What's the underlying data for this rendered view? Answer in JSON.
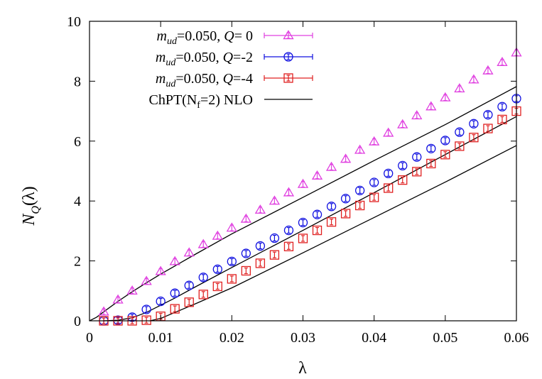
{
  "chart_data": {
    "type": "scatter",
    "title": "",
    "xlabel": "λ",
    "ylabel": "N_Q(λ)",
    "xlim": [
      0,
      0.06
    ],
    "ylim": [
      0,
      10
    ],
    "x_ticks": [
      "0",
      "0.01",
      "0.02",
      "0.03",
      "0.04",
      "0.05",
      "0.06"
    ],
    "y_ticks": [
      "0",
      "2",
      "4",
      "6",
      "8",
      "10"
    ],
    "grid": false,
    "legend_position": "top-left",
    "series": [
      {
        "name": "m_ud=0.050, Q= 0",
        "legend": {
          "m": "m",
          "sub": "ud",
          "mid": "=0.050, ",
          "q": "Q",
          "rest": "= 0"
        },
        "marker": "triangle",
        "color": "#e040e0",
        "x": [
          0.002,
          0.004,
          0.006,
          0.008,
          0.01,
          0.012,
          0.014,
          0.016,
          0.018,
          0.02,
          0.022,
          0.024,
          0.026,
          0.028,
          0.03,
          0.032,
          0.034,
          0.036,
          0.038,
          0.04,
          0.042,
          0.044,
          0.046,
          0.048,
          0.05,
          0.052,
          0.054,
          0.056,
          0.058,
          0.06
        ],
        "y": [
          0.3,
          0.7,
          1.0,
          1.32,
          1.65,
          1.98,
          2.27,
          2.55,
          2.83,
          3.1,
          3.4,
          3.7,
          4.0,
          4.28,
          4.56,
          4.84,
          5.13,
          5.4,
          5.7,
          5.98,
          6.27,
          6.55,
          6.85,
          7.15,
          7.45,
          7.75,
          8.05,
          8.35,
          8.63,
          8.95
        ]
      },
      {
        "name": "m_ud=0.050, Q=-2",
        "legend": {
          "m": "m",
          "sub": "ud",
          "mid": "=0.050, ",
          "q": "Q",
          "rest": "=-2"
        },
        "marker": "circle",
        "color": "#1010e0",
        "x": [
          0.002,
          0.004,
          0.006,
          0.008,
          0.01,
          0.012,
          0.014,
          0.016,
          0.018,
          0.02,
          0.022,
          0.024,
          0.026,
          0.028,
          0.03,
          0.032,
          0.034,
          0.036,
          0.038,
          0.04,
          0.042,
          0.044,
          0.046,
          0.048,
          0.05,
          0.052,
          0.054,
          0.056,
          0.058,
          0.06
        ],
        "y": [
          0.0,
          0.02,
          0.12,
          0.38,
          0.65,
          0.92,
          1.18,
          1.45,
          1.72,
          1.98,
          2.25,
          2.5,
          2.76,
          3.02,
          3.28,
          3.55,
          3.82,
          4.08,
          4.35,
          4.62,
          4.92,
          5.18,
          5.47,
          5.75,
          6.02,
          6.3,
          6.58,
          6.88,
          7.15,
          7.42
        ]
      },
      {
        "name": "m_ud=0.050, Q=-4",
        "legend": {
          "m": "m",
          "sub": "ud",
          "mid": "=0.050, ",
          "q": "Q",
          "rest": "=-4"
        },
        "marker": "square",
        "color": "#e02020",
        "x": [
          0.002,
          0.004,
          0.006,
          0.008,
          0.01,
          0.012,
          0.014,
          0.016,
          0.018,
          0.02,
          0.022,
          0.024,
          0.026,
          0.028,
          0.03,
          0.032,
          0.034,
          0.036,
          0.038,
          0.04,
          0.042,
          0.044,
          0.046,
          0.048,
          0.05,
          0.052,
          0.054,
          0.056,
          0.058,
          0.06
        ],
        "y": [
          0.0,
          0.0,
          0.0,
          0.02,
          0.15,
          0.4,
          0.62,
          0.88,
          1.15,
          1.4,
          1.67,
          1.92,
          2.2,
          2.48,
          2.75,
          3.02,
          3.3,
          3.58,
          3.85,
          4.12,
          4.43,
          4.7,
          4.98,
          5.25,
          5.55,
          5.83,
          6.12,
          6.42,
          6.72,
          7.0
        ]
      },
      {
        "name": "ChPT(N_f=2) NLO",
        "legend": {
          "pre": "ChPT(N",
          "sub": "f",
          "post": "=2) NLO"
        },
        "marker": "line",
        "color": "#000000",
        "curves": [
          {
            "x": [
              0.0,
              0.001,
              0.002,
              0.004,
              0.006,
              0.008,
              0.01,
              0.015,
              0.02,
              0.03,
              0.04,
              0.05,
              0.06
            ],
            "y": [
              0.0,
              0.12,
              0.3,
              0.65,
              0.97,
              1.27,
              1.56,
              2.24,
              2.9,
              4.12,
              5.35,
              6.55,
              7.82
            ]
          },
          {
            "x": [
              0.002,
              0.004,
              0.006,
              0.008,
              0.01,
              0.012,
              0.015,
              0.02,
              0.03,
              0.04,
              0.05,
              0.06
            ],
            "y": [
              0.0,
              0.02,
              0.1,
              0.28,
              0.52,
              0.76,
              1.15,
              1.78,
              3.02,
              4.28,
              5.55,
              6.82
            ]
          },
          {
            "x": [
              0.0085,
              0.01,
              0.012,
              0.015,
              0.02,
              0.03,
              0.04,
              0.05,
              0.06
            ],
            "y": [
              0.0,
              0.08,
              0.28,
              0.58,
              1.1,
              2.27,
              3.45,
              4.63,
              5.85
            ]
          }
        ]
      }
    ]
  }
}
